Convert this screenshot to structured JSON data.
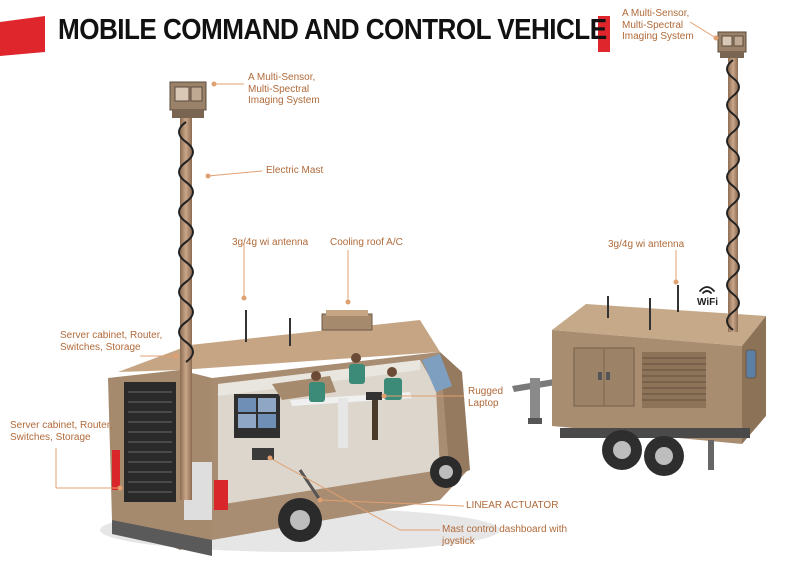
{
  "header": {
    "title": "MOBILE COMMAND AND CONTROL VEHICLE"
  },
  "callouts": {
    "sensor_left": "A Multi-Sensor,\nMulti-Spectral\nImaging System",
    "sensor_right": "A Multi-Sensor,\nMulti-Spectral\nImaging System",
    "electric_mast": "Electric Mast",
    "antenna_van": "3g/4g wi antenna",
    "cooling_ac": "Cooling roof A/C",
    "antenna_trailer": "3g/4g wi antenna",
    "server_upper": "Server cabinet, Router,\nSwitches, Storage",
    "server_lower": "Server cabinet, Router,\nSwitches, Storage",
    "rugged_laptop": "Rugged\nLaptop",
    "linear_actuator": "LINEAR ACTUATOR",
    "mast_dashboard": "Mast control dashboard with\njoystick"
  },
  "badges": {
    "wifi": "WiFi"
  },
  "colors": {
    "accent_red": "#e0262d",
    "callout_text": "#b06a3a",
    "vehicle_tan": "#a58a6e",
    "trailer_tan": "#a88d70"
  }
}
